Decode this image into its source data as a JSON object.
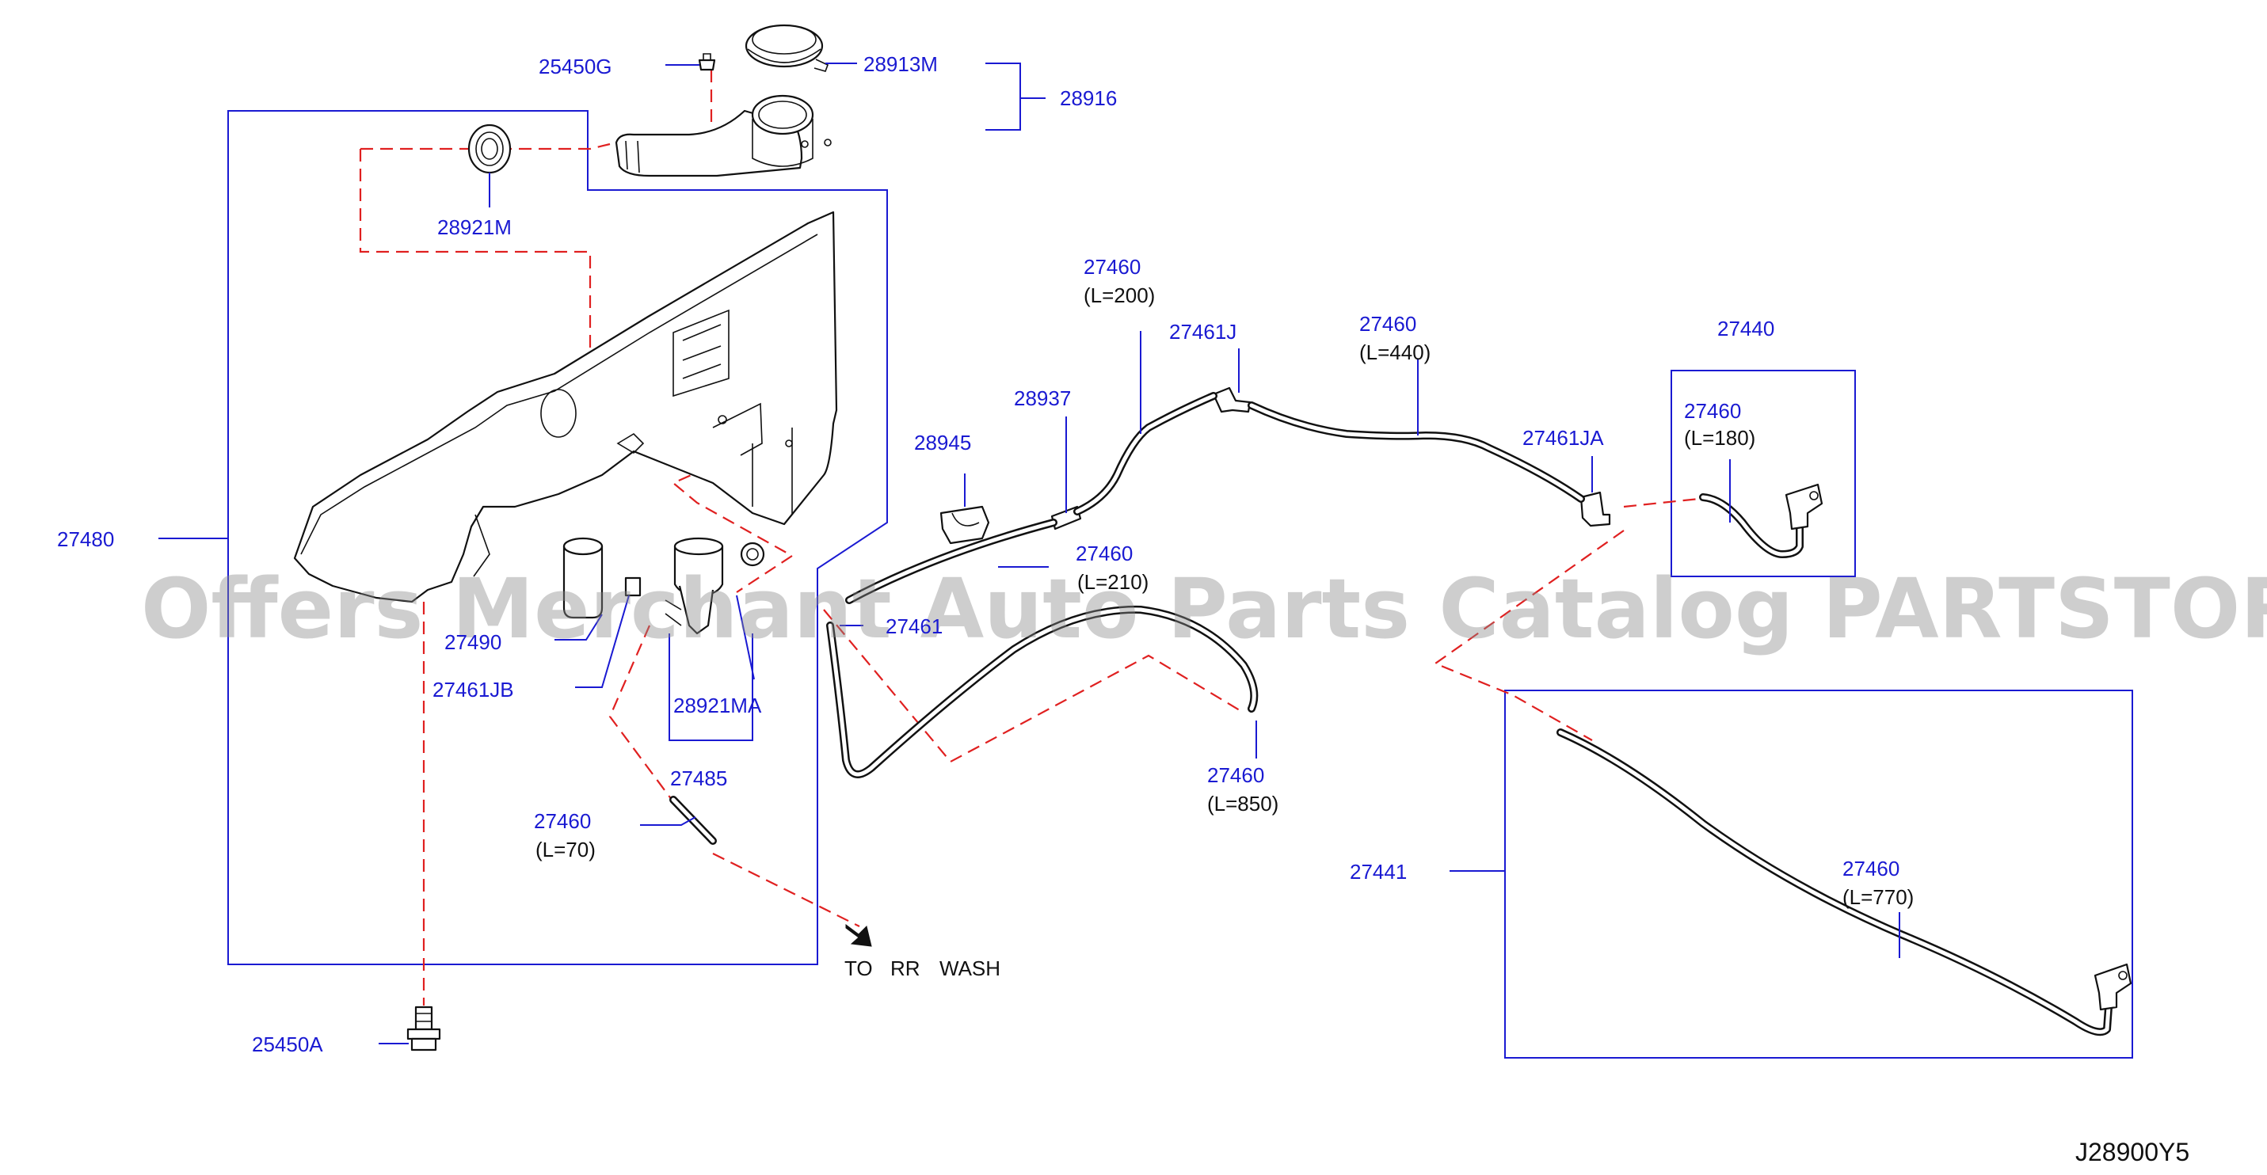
{
  "callouts": {
    "p25450g": "25450G",
    "p28913m": "28913M",
    "p28916": "28916",
    "p28921m": "28921M",
    "p27480": "27480",
    "p27490": "27490",
    "p27461jb": "27461JB",
    "p28921ma": "28921MA",
    "p27485": "27485",
    "p27460_70": "27460",
    "l70": "(L=70)",
    "p25450a": "25450A",
    "p28945": "28945",
    "p28937": "28937",
    "p27460_200": "27460",
    "l200": "(L=200)",
    "p27461j": "27461J",
    "p27460_440": "27460",
    "l440": "(L=440)",
    "p27461ja": "27461JA",
    "p27440": "27440",
    "p27460_180": "27460",
    "l180": "(L=180)",
    "p27460_210": "27460",
    "l210": "(L=210)",
    "p27461": "27461",
    "p27460_850": "27460",
    "l850": "(L=850)",
    "p27441": "27441",
    "p27460_770": "27460",
    "l770": "(L=770)"
  },
  "note": {
    "to": "TO",
    "rr": "RR",
    "wash": "WASH"
  },
  "diagram_code": "J28900Y5",
  "watermark": "Offers Merchant Auto Parts Catalog PARTSTORE.SA",
  "colors": {
    "callout_text": "#1a1ad2",
    "phantom_line": "#e02020",
    "outline": "#111111"
  }
}
